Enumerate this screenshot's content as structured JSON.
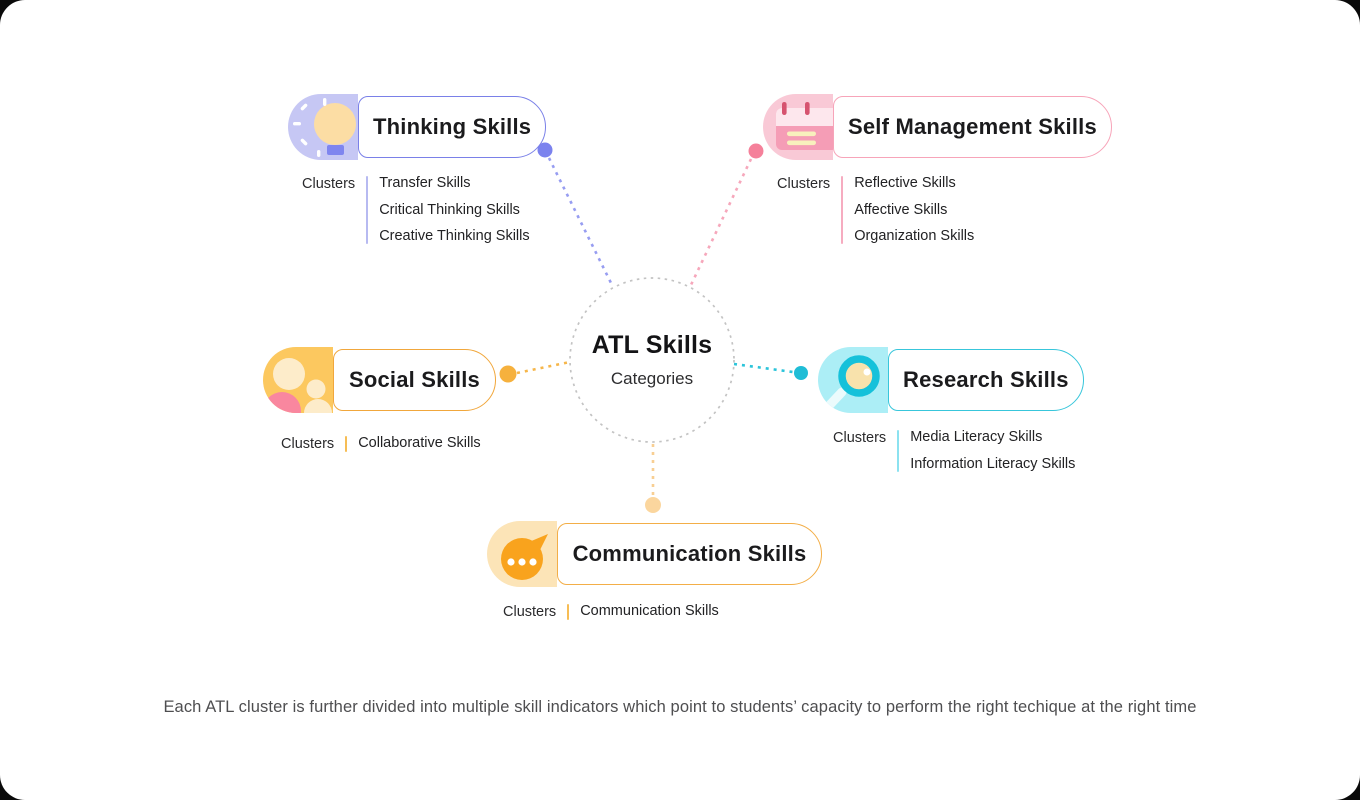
{
  "center": {
    "title": "ATL Skills",
    "subtitle": "Categories"
  },
  "clusters_label": "Clusters",
  "caption": "Each ATL cluster is further divided into multiple skill indicators which point to students’ capacity to perform the right techique at the right time",
  "colors": {
    "center_circle_border": "#c3c3c3",
    "canvas_bg": "#ffffff"
  },
  "categories": [
    {
      "id": "thinking",
      "label": "Thinking Skills",
      "icon": "lightbulb-icon",
      "border": "#7a80e8",
      "cap_bg": "#c6c7f4",
      "dot": "#7b82ee",
      "line": "#979df1",
      "divider": "#b7baf1",
      "clusters": [
        "Transfer Skills",
        "Critical Thinking Skills",
        "Creative Thinking Skills"
      ]
    },
    {
      "id": "self-management",
      "label": "Self Management Skills",
      "icon": "planner-icon",
      "border": "#f7a4b9",
      "cap_bg": "#f9c9d6",
      "dot": "#f5809a",
      "line": "#f6a7bb",
      "divider": "#f6acc0",
      "clusters": [
        "Reflective Skills",
        "Affective Skills",
        "Organization Skills"
      ]
    },
    {
      "id": "social",
      "label": "Social Skills",
      "icon": "people-icon",
      "border": "#f1a73c",
      "cap_bg": "#fcc85f",
      "dot": "#f6b13d",
      "line": "#f6b64a",
      "divider": "#f6bd55",
      "clusters": [
        "Collaborative Skills"
      ]
    },
    {
      "id": "research",
      "label": "Research Skills",
      "icon": "magnifier-icon",
      "border": "#38c6db",
      "cap_bg": "#aceef6",
      "dot": "#1fbdd6",
      "line": "#2cc4da",
      "divider": "#8ce2f0",
      "clusters": [
        "Media Literacy Skills",
        "Information Literacy Skills"
      ]
    },
    {
      "id": "communication",
      "label": "Communication Skills",
      "icon": "speech-bubble-icon",
      "border": "#f3ae47",
      "cap_bg": "#fce4b7",
      "dot": "#fbd69e",
      "line": "#f8cf93",
      "divider": "#f7bd55",
      "clusters": [
        "Communication Skills"
      ]
    }
  ]
}
